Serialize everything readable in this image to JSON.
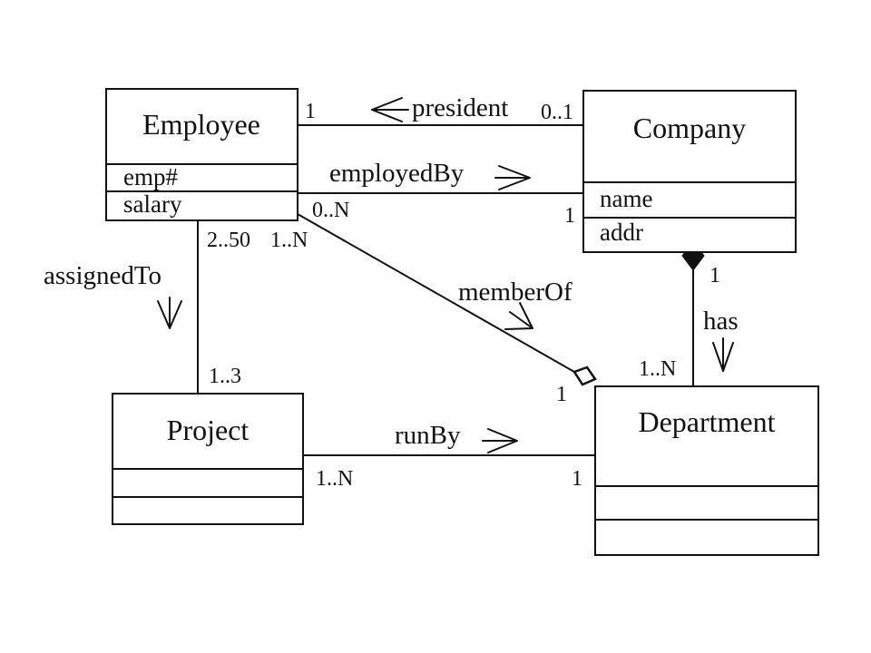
{
  "classes": {
    "employee": {
      "name": "Employee",
      "attributes": [
        "emp#",
        "salary"
      ]
    },
    "company": {
      "name": "Company",
      "attributes": [
        "name",
        "addr"
      ]
    },
    "project": {
      "name": "Project"
    },
    "department": {
      "name": "Department"
    }
  },
  "associations": {
    "president": {
      "label": "president",
      "mult_employee": "1",
      "mult_company": "0..1"
    },
    "employedBy": {
      "label": "employedBy",
      "mult_employee": "0..N",
      "mult_company": "1"
    },
    "memberOf": {
      "label": "memberOf",
      "mult_employee": "1..N",
      "mult_department": "1"
    },
    "assignedTo": {
      "label": "assignedTo",
      "mult_employee": "2..50",
      "mult_project": "1..3"
    },
    "runBy": {
      "label": "runBy",
      "mult_project": "1..N",
      "mult_department": "1"
    },
    "has": {
      "label": "has",
      "mult_company": "1",
      "mult_department": "1..N"
    }
  }
}
